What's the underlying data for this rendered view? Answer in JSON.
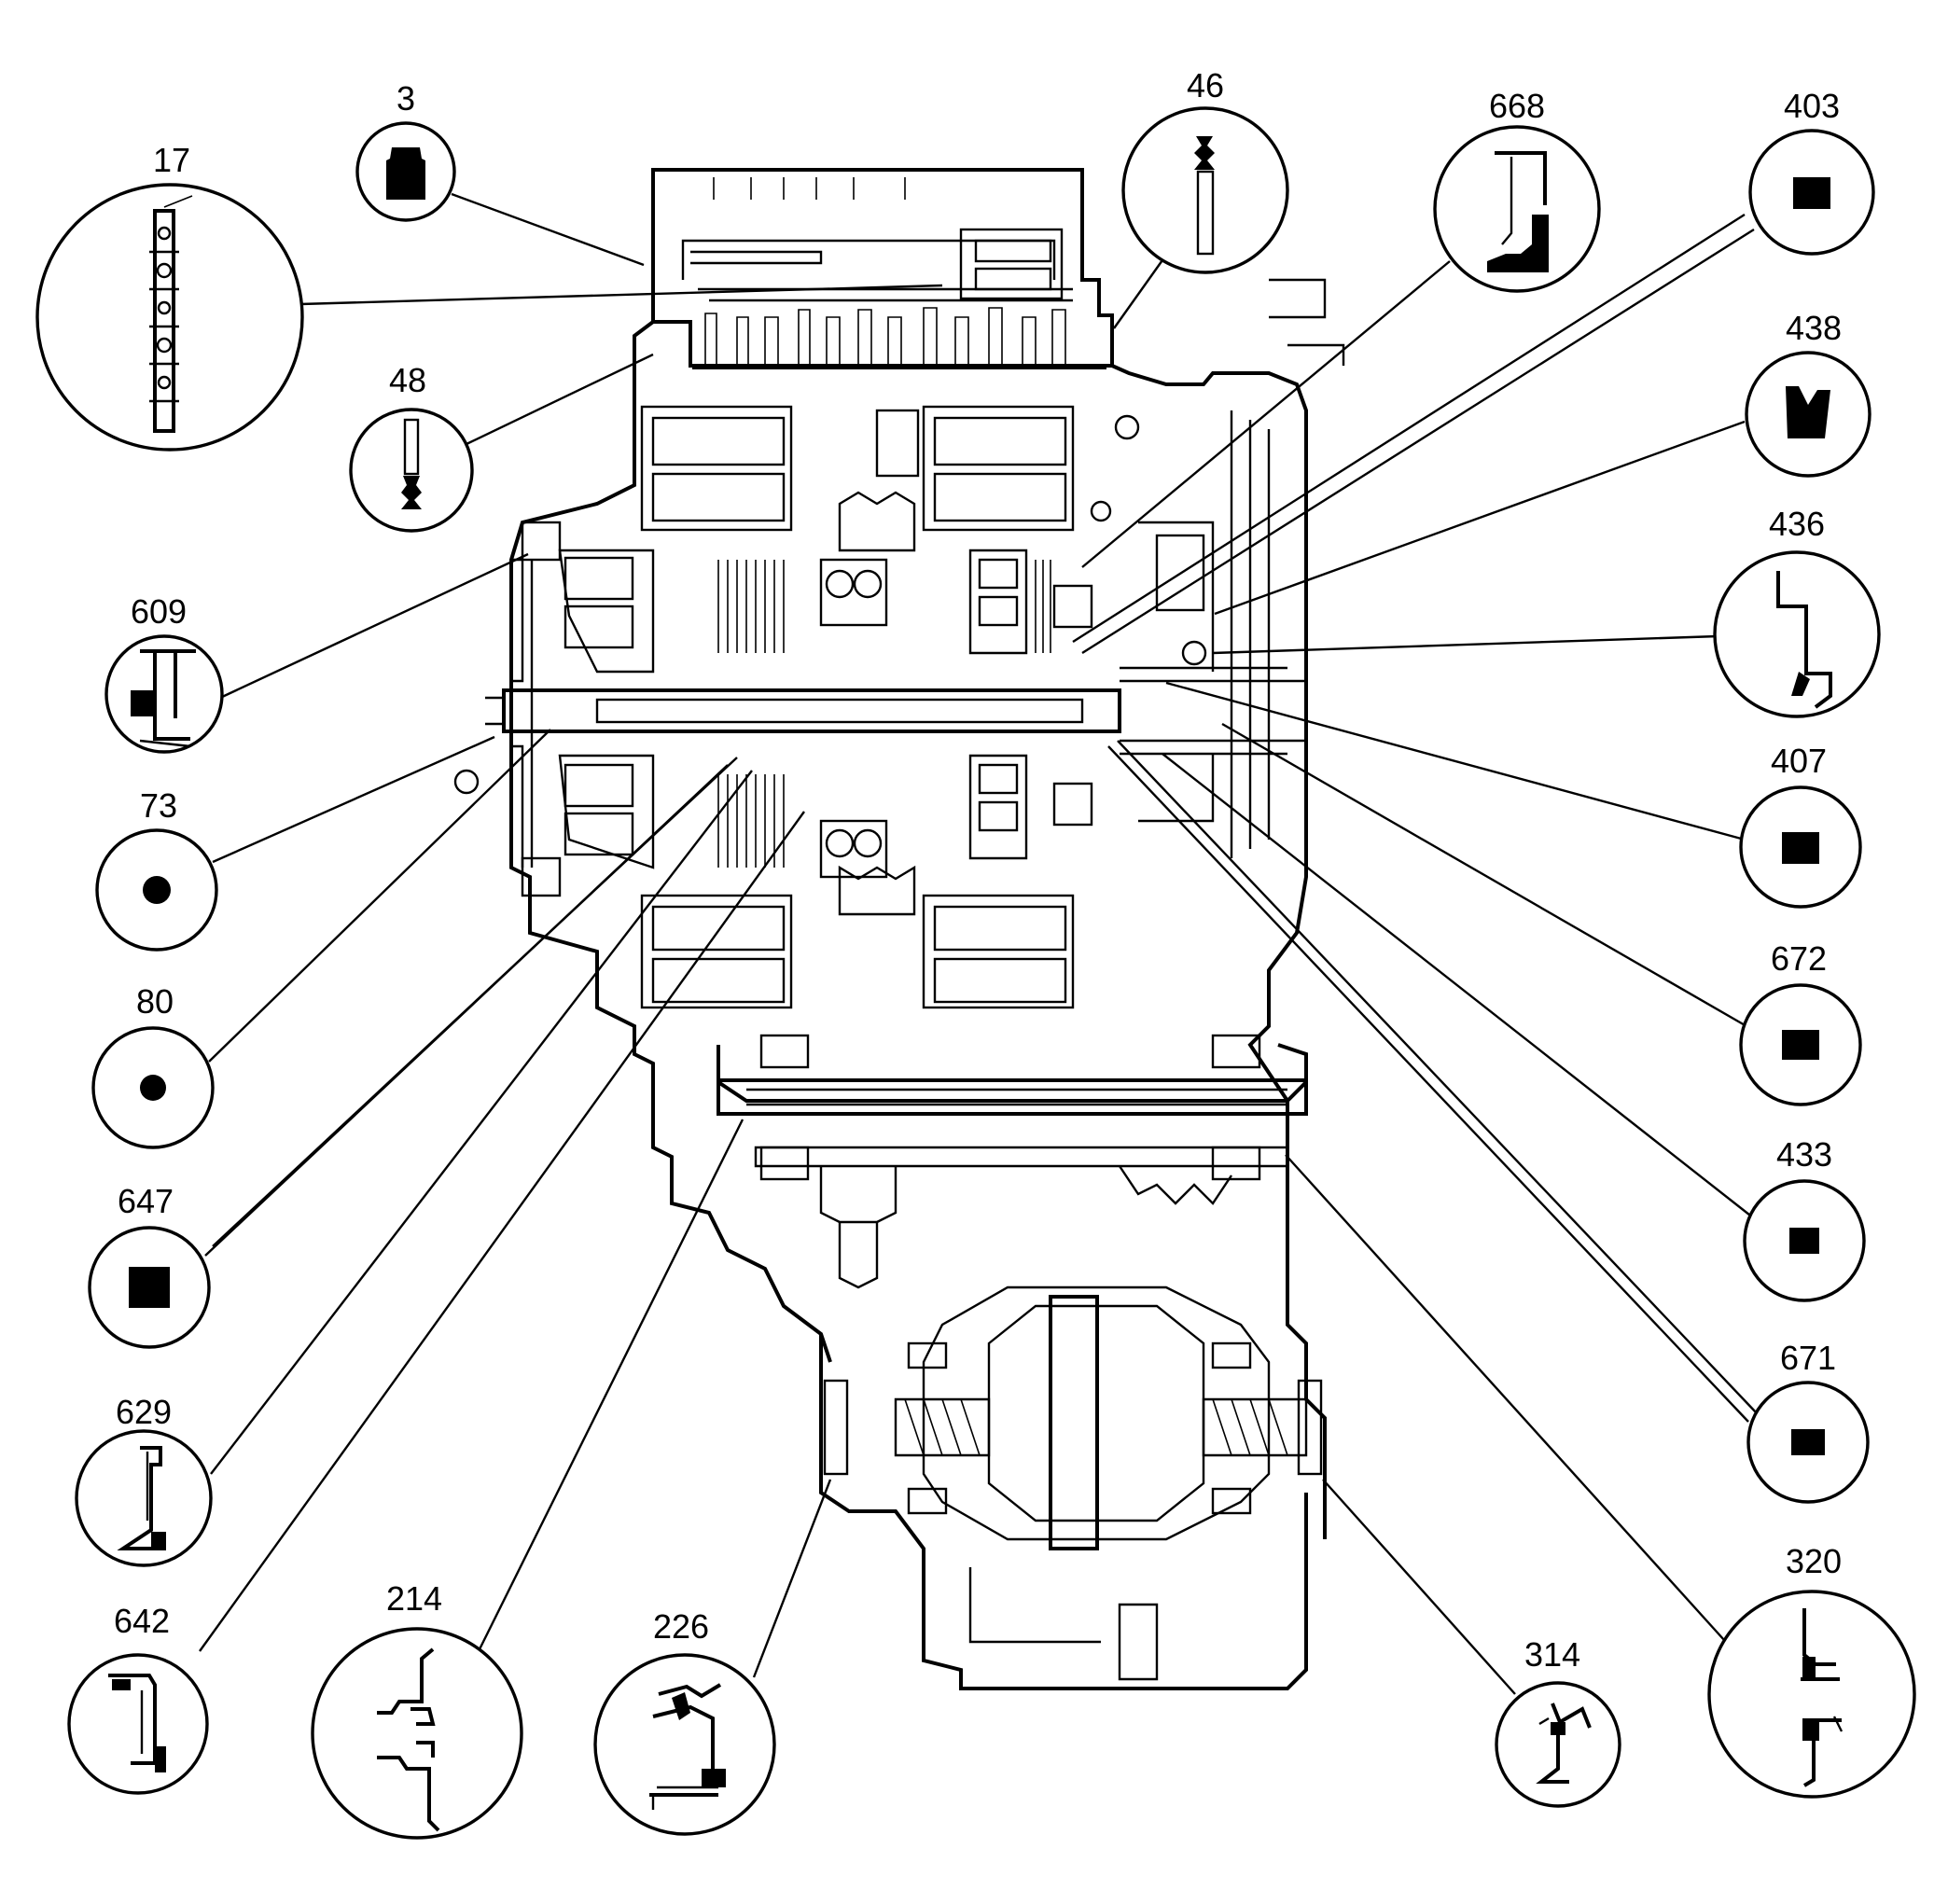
{
  "callouts": [
    {
      "id": "3",
      "icon": "plug-icon"
    },
    {
      "id": "17",
      "icon": "gasket-icon"
    },
    {
      "id": "48",
      "icon": "bolt-icon"
    },
    {
      "id": "46",
      "icon": "bolt-icon"
    },
    {
      "id": "668",
      "icon": "seal-section-icon"
    },
    {
      "id": "403",
      "icon": "square-seal-icon"
    },
    {
      "id": "438",
      "icon": "wedge-seal-icon"
    },
    {
      "id": "436",
      "icon": "seal-section-icon"
    },
    {
      "id": "609",
      "icon": "seal-section-icon"
    },
    {
      "id": "407",
      "icon": "square-seal-icon"
    },
    {
      "id": "73",
      "icon": "o-ring-icon"
    },
    {
      "id": "672",
      "icon": "square-seal-icon"
    },
    {
      "id": "80",
      "icon": "o-ring-icon"
    },
    {
      "id": "433",
      "icon": "square-seal-icon"
    },
    {
      "id": "647",
      "icon": "square-seal-icon"
    },
    {
      "id": "671",
      "icon": "square-seal-icon"
    },
    {
      "id": "629",
      "icon": "seal-section-icon"
    },
    {
      "id": "642",
      "icon": "seal-section-icon"
    },
    {
      "id": "214",
      "icon": "seal-section-icon"
    },
    {
      "id": "226",
      "icon": "seal-section-icon"
    },
    {
      "id": "314",
      "icon": "seal-section-icon"
    },
    {
      "id": "320",
      "icon": "seal-section-icon"
    }
  ]
}
